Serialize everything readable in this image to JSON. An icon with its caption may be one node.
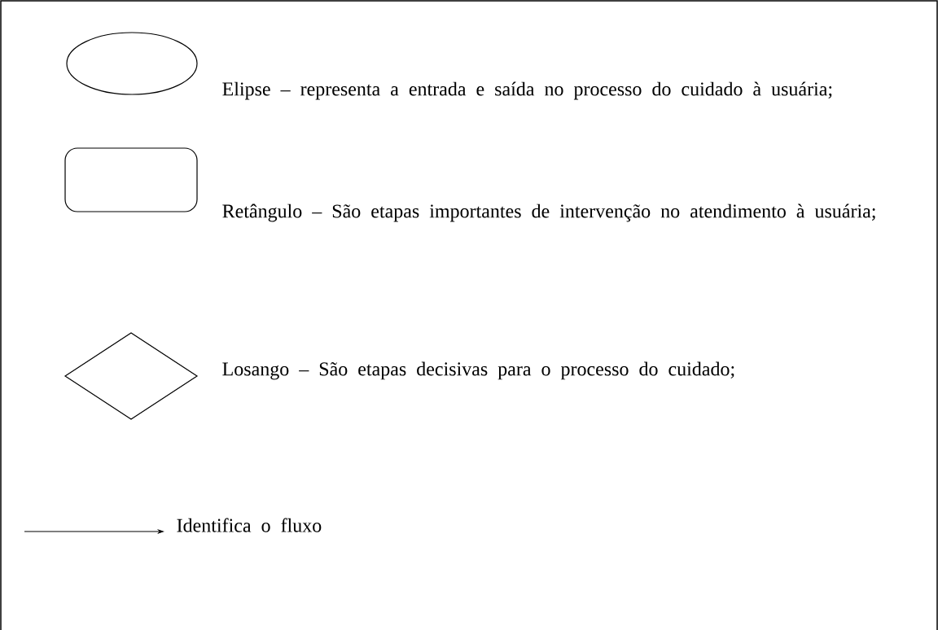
{
  "diagram": {
    "nodes": [
      {
        "text": [],
        "shape": "ellipse",
        "beside": [
          "Elipse – representa a entrada e saída no processo do cuidado à usuária;"
        ]
      },
      {
        "text": [],
        "shape": "box",
        "beside": [
          "Retângulo – São etapas importantes de intervenção no atendimento à usuária;"
        ]
      },
      {
        "text": [],
        "shape": "diamond",
        "beside": [
          "Losango – São etapas decisivas  para o processo do cuidado;"
        ]
      }
    ],
    "legend": [
      {
        "text": "Identifica o fluxo"
      }
    ]
  }
}
